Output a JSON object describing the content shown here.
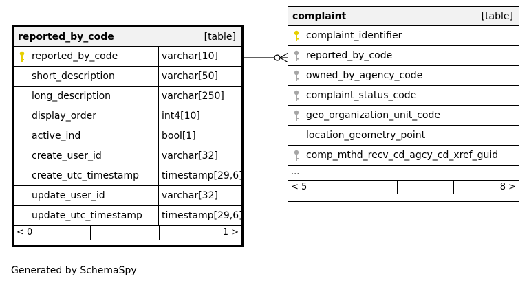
{
  "reported_by_code": {
    "name": "reported_by_code",
    "kind": "[table]",
    "columns": [
      {
        "name": "reported_by_code",
        "type": "varchar[10]",
        "key": "primary"
      },
      {
        "name": "short_description",
        "type": "varchar[50]",
        "key": ""
      },
      {
        "name": "long_description",
        "type": "varchar[250]",
        "key": ""
      },
      {
        "name": "display_order",
        "type": "int4[10]",
        "key": ""
      },
      {
        "name": "active_ind",
        "type": "bool[1]",
        "key": ""
      },
      {
        "name": "create_user_id",
        "type": "varchar[32]",
        "key": ""
      },
      {
        "name": "create_utc_timestamp",
        "type": "timestamp[29,6]",
        "key": ""
      },
      {
        "name": "update_user_id",
        "type": "varchar[32]",
        "key": ""
      },
      {
        "name": "update_utc_timestamp",
        "type": "timestamp[29,6]",
        "key": ""
      }
    ],
    "footer": {
      "left": "< 0",
      "right": "1 >"
    }
  },
  "complaint": {
    "name": "complaint",
    "kind": "[table]",
    "columns": [
      {
        "name": "complaint_identifier",
        "key": "primary"
      },
      {
        "name": "reported_by_code",
        "key": "foreign"
      },
      {
        "name": "owned_by_agency_code",
        "key": "foreign"
      },
      {
        "name": "complaint_status_code",
        "key": "foreign"
      },
      {
        "name": "geo_organization_unit_code",
        "key": "foreign"
      },
      {
        "name": "location_geometry_point",
        "key": ""
      },
      {
        "name": "comp_mthd_recv_cd_agcy_cd_xref_guid",
        "key": "foreign"
      }
    ],
    "ellipsis": "...",
    "footer": {
      "left": "< 5",
      "right": "8 >"
    }
  },
  "generated_by": "Generated by SchemaSpy",
  "colors": {
    "primary_key": "#e6cf00",
    "foreign_key": "#a6a6a6",
    "header_bg": "#f2f2f2"
  }
}
